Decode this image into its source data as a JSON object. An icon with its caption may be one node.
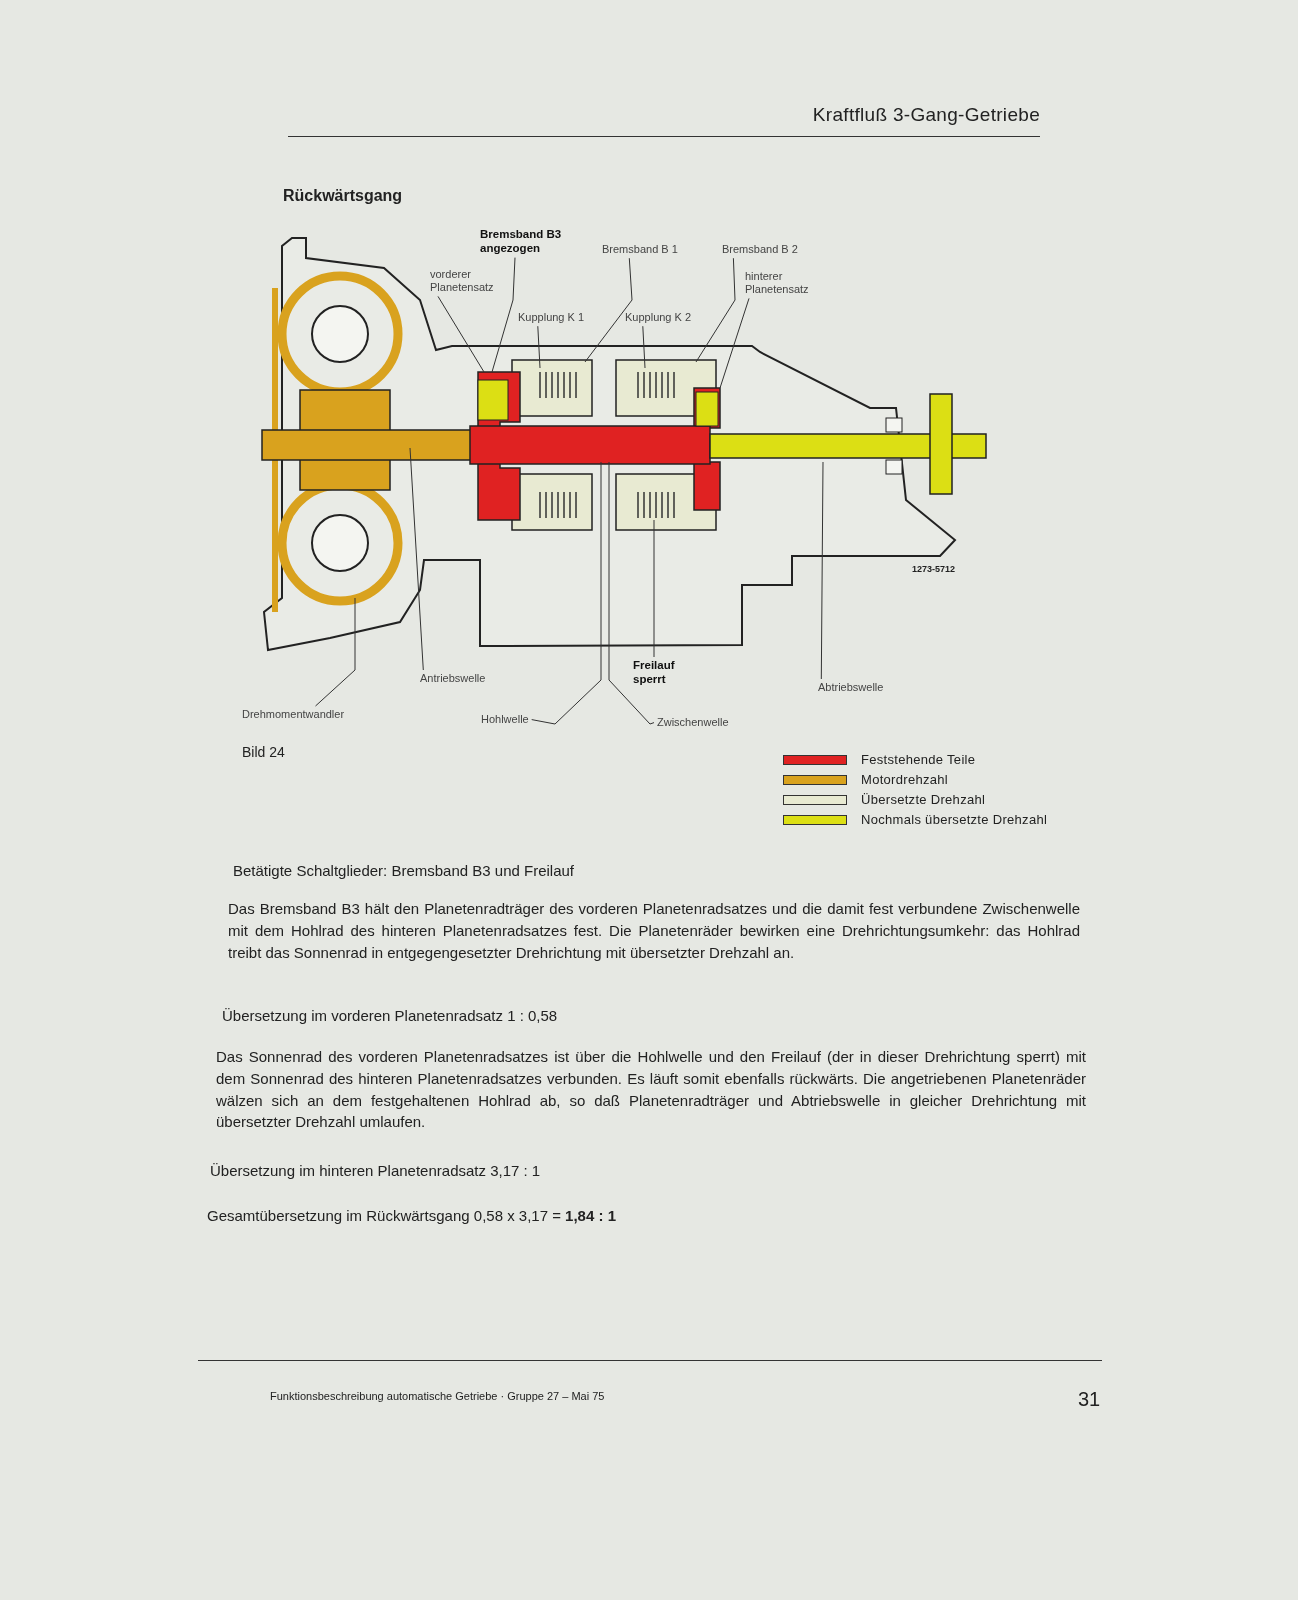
{
  "diagram": {
    "title": "Kraftfluß 3-Gang-Getriebe",
    "nodes": [
      {
        "text": [
          "Bremsband B3 angezogen"
        ]
      },
      {
        "text": [
          "Bremsband B 1"
        ]
      },
      {
        "text": [
          "Bremsband B 2"
        ]
      },
      {
        "text": [
          "vorderer Planetensatz"
        ]
      },
      {
        "text": [
          "hinterer Planetensatz"
        ]
      },
      {
        "text": [
          "Kupplung K 1"
        ]
      },
      {
        "text": [
          "Kupplung K 2"
        ]
      },
      {
        "text": [
          "Drehmomentwandler"
        ]
      },
      {
        "text": [
          "Antriebswelle"
        ]
      },
      {
        "text": [
          "Hohlwelle"
        ]
      },
      {
        "text": [
          "Freilauf sperrt"
        ]
      },
      {
        "text": [
          "Zwischenwelle"
        ]
      },
      {
        "text": [
          "Abtriebswelle"
        ]
      }
    ],
    "edges": [
      {
        "from": 0,
        "to": null,
        "arrow": "none"
      },
      {
        "from": 1,
        "to": null,
        "arrow": "none"
      },
      {
        "from": 2,
        "to": null,
        "arrow": "none"
      },
      {
        "from": 3,
        "to": null,
        "arrow": "none"
      },
      {
        "from": 4,
        "to": null,
        "arrow": "none"
      },
      {
        "from": 5,
        "to": null,
        "arrow": "none"
      },
      {
        "from": 6,
        "to": null,
        "arrow": "none"
      },
      {
        "from": 7,
        "to": null,
        "arrow": "none"
      },
      {
        "from": 8,
        "to": null,
        "arrow": "none"
      },
      {
        "from": 9,
        "to": null,
        "arrow": "none"
      },
      {
        "from": 10,
        "to": null,
        "arrow": "none"
      },
      {
        "from": 11,
        "to": null,
        "arrow": "none"
      },
      {
        "from": 12,
        "to": null,
        "arrow": "none"
      }
    ],
    "labels": [
      "Rückwärtsgang",
      "1273-5712",
      "Bild 24",
      "Betätigte Schaltglieder: Bremsband B3 und Freilauf",
      "Das Bremsband B3 hält den Planetenradträger des vorderen Planetenradsatzes und die damit fest verbundene Zwischenwelle mit dem Hohlrad des hinteren Planetenradsatzes fest. Die Planetenräder bewirken eine Drehrichtungsumkehr: das Hohlrad treibt das Sonnenrad in entgegengesetzter Drehrichtung mit übersetzter Drehzahl an.",
      "Übersetzung im vorderen Planetenradsatz 1 : 0,58",
      "Das Sonnenrad des vorderen Planetenradsatzes ist über die Hohlwelle und den Freilauf (der in dieser Drehrichtung sperrt) mit dem Sonnenrad des hinteren Planetenradsatzes verbunden. Es läuft somit ebenfalls rückwärts. Die angetriebenen Planetenräder wälzen sich an dem festgehaltenen Hohlrad ab, so daß Planetenradträger und Abtriebswelle in gleicher Drehrichtung mit übersetzter Drehzahl umlaufen.",
      "Übersetzung im hinteren Planetenradsatz 3,17 : 1",
      "Gesamtübersetzung im Rückwärtsgang 0,58 x 3,17 = **1,84 : 1**",
      "Funktionsbeschreibung automatische Getriebe · Gruppe 27 – Mai 75",
      "31"
    ],
    "legend": [
      {
        "text": "Feststehende Teile",
        "color": "#e02222"
      },
      {
        "text": "Motordrehzahl",
        "color": "#d9a21e"
      },
      {
        "text": "Übersetzte Drehzahl",
        "color": "#e8ead2"
      },
      {
        "text": "Nochmals übersetzte Drehzahl",
        "color": "#dcdf14"
      }
    ]
  }
}
